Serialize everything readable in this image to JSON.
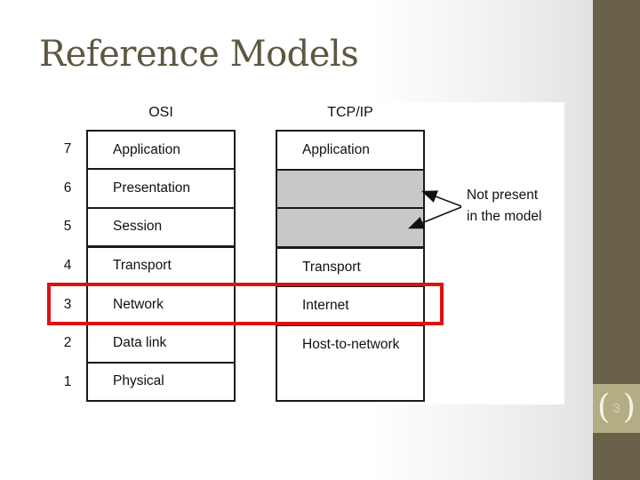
{
  "slide": {
    "title": "Reference Models"
  },
  "footer": {
    "left_paren": "(",
    "page_number": "3",
    "right_paren": ")"
  },
  "diagram": {
    "osi": {
      "header": "OSI",
      "layers": [
        {
          "num": "7",
          "label": "Application"
        },
        {
          "num": "6",
          "label": "Presentation"
        },
        {
          "num": "5",
          "label": "Session"
        },
        {
          "num": "4",
          "label": "Transport"
        },
        {
          "num": "3",
          "label": "Network"
        },
        {
          "num": "2",
          "label": "Data link"
        },
        {
          "num": "1",
          "label": "Physical"
        }
      ]
    },
    "tcpip": {
      "header": "TCP/IP",
      "layers": [
        {
          "label": "Application",
          "shaded": false
        },
        {
          "label": "",
          "shaded": true
        },
        {
          "label": "",
          "shaded": true
        },
        {
          "label": "Transport",
          "shaded": false
        },
        {
          "label": "Internet",
          "shaded": false
        },
        {
          "label": "Host-to-network",
          "shaded": false
        },
        {
          "label": "",
          "shaded": false
        }
      ]
    },
    "annotation": {
      "line1": "Not present",
      "line2": "in the model"
    },
    "colors": {
      "highlight_red": "#dd1111",
      "shaded_cell_gray": "#c8c8c8",
      "sidebar_olive": "#696149",
      "badge_olive": "#b2ad83",
      "title_text": "#5e5741"
    }
  }
}
